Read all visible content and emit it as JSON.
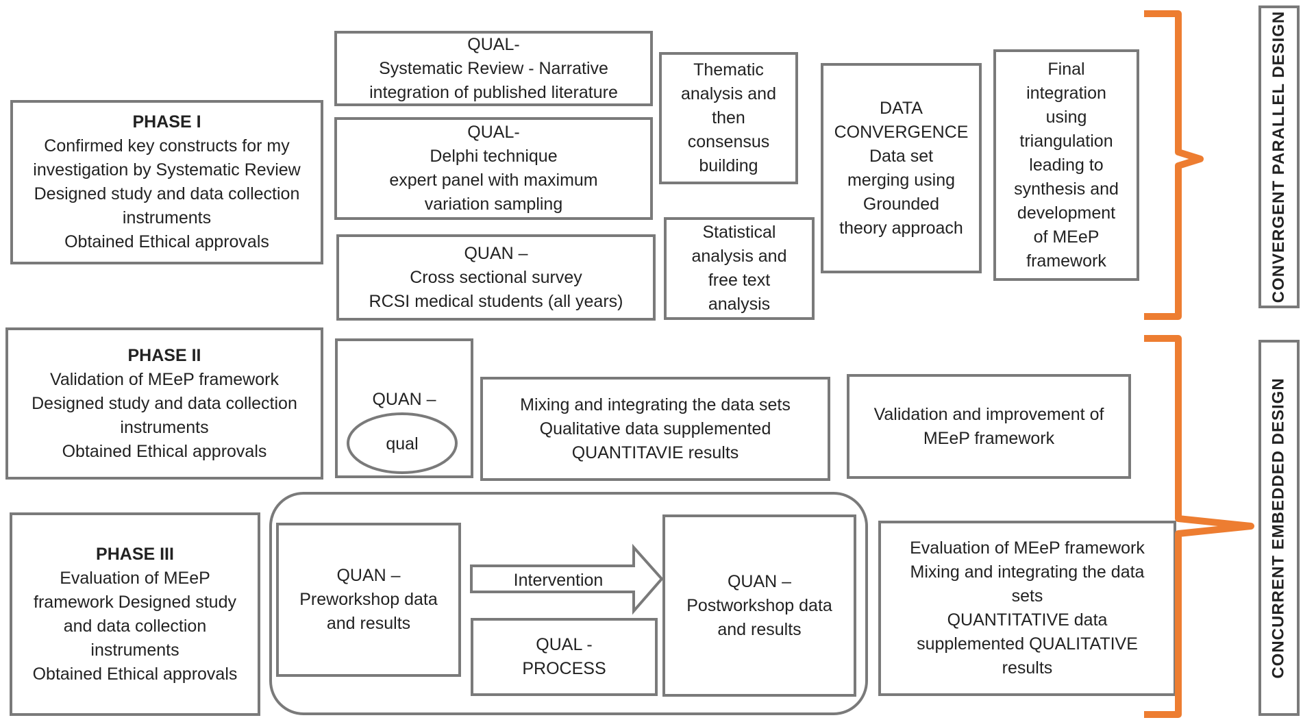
{
  "phases": {
    "phase1": {
      "title": "PHASE I",
      "lines": [
        "Confirmed key constructs for my",
        "investigation by Systematic Review",
        "Designed study and data collection",
        "instruments",
        "Obtained Ethical approvals"
      ]
    },
    "phase2": {
      "title": "PHASE II",
      "lines": [
        "Validation of MEeP framework",
        "Designed study and data collection",
        "instruments",
        "Obtained Ethical approvals"
      ]
    },
    "phase3": {
      "title": "PHASE III",
      "lines": [
        "Evaluation of MEeP",
        "framework Designed study",
        "and data collection",
        "instruments",
        "Obtained Ethical approvals"
      ]
    }
  },
  "phase1_flow": {
    "qual_review": [
      "QUAL-",
      "Systematic Review - Narrative",
      "integration of published literature"
    ],
    "qual_delphi": [
      "QUAL-",
      "Delphi technique",
      "expert panel with maximum",
      "variation sampling"
    ],
    "quan_survey": [
      "QUAN –",
      "Cross sectional survey",
      "RCSI medical students (all years)"
    ],
    "thematic": [
      "Thematic",
      "analysis and",
      "then",
      "consensus",
      "building"
    ],
    "statistical": [
      "Statistical",
      "analysis and",
      "free text",
      "analysis"
    ],
    "convergence": [
      "DATA",
      "CONVERGENCE",
      "Data set",
      "merging using",
      "Grounded",
      "theory approach"
    ],
    "final": [
      "Final",
      "integration",
      "using",
      "triangulation",
      "leading to",
      "synthesis and",
      "development",
      "of MEeP",
      "framework"
    ]
  },
  "phase2_flow": {
    "quan_label": "QUAN –",
    "qual_label": "qual",
    "mixing": [
      "Mixing and integrating the data sets",
      "Qualitative data supplemented",
      "QUANTITAVIE results"
    ],
    "validation": [
      "Validation and improvement of",
      "MEeP framework"
    ]
  },
  "phase3_flow": {
    "pre": [
      "QUAN –",
      "Preworkshop data",
      "and results"
    ],
    "intervention": "Intervention",
    "process": [
      "QUAL -",
      "PROCESS"
    ],
    "post": [
      "QUAN –",
      "Postworkshop data",
      "and results"
    ],
    "evaluation": [
      "Evaluation of MEeP framework",
      "Mixing and integrating the data",
      "sets",
      "QUANTITATIVE data",
      "supplemented QUALITATIVE",
      "results"
    ]
  },
  "design_labels": {
    "convergent": "CONVERGENT PARALLEL DESIGN",
    "embedded": "CONCURRENT EMBEDDED DESIGN"
  },
  "colors": {
    "border": "#7a7a7a",
    "bracket": "#ed7d31",
    "text": "#222222"
  }
}
